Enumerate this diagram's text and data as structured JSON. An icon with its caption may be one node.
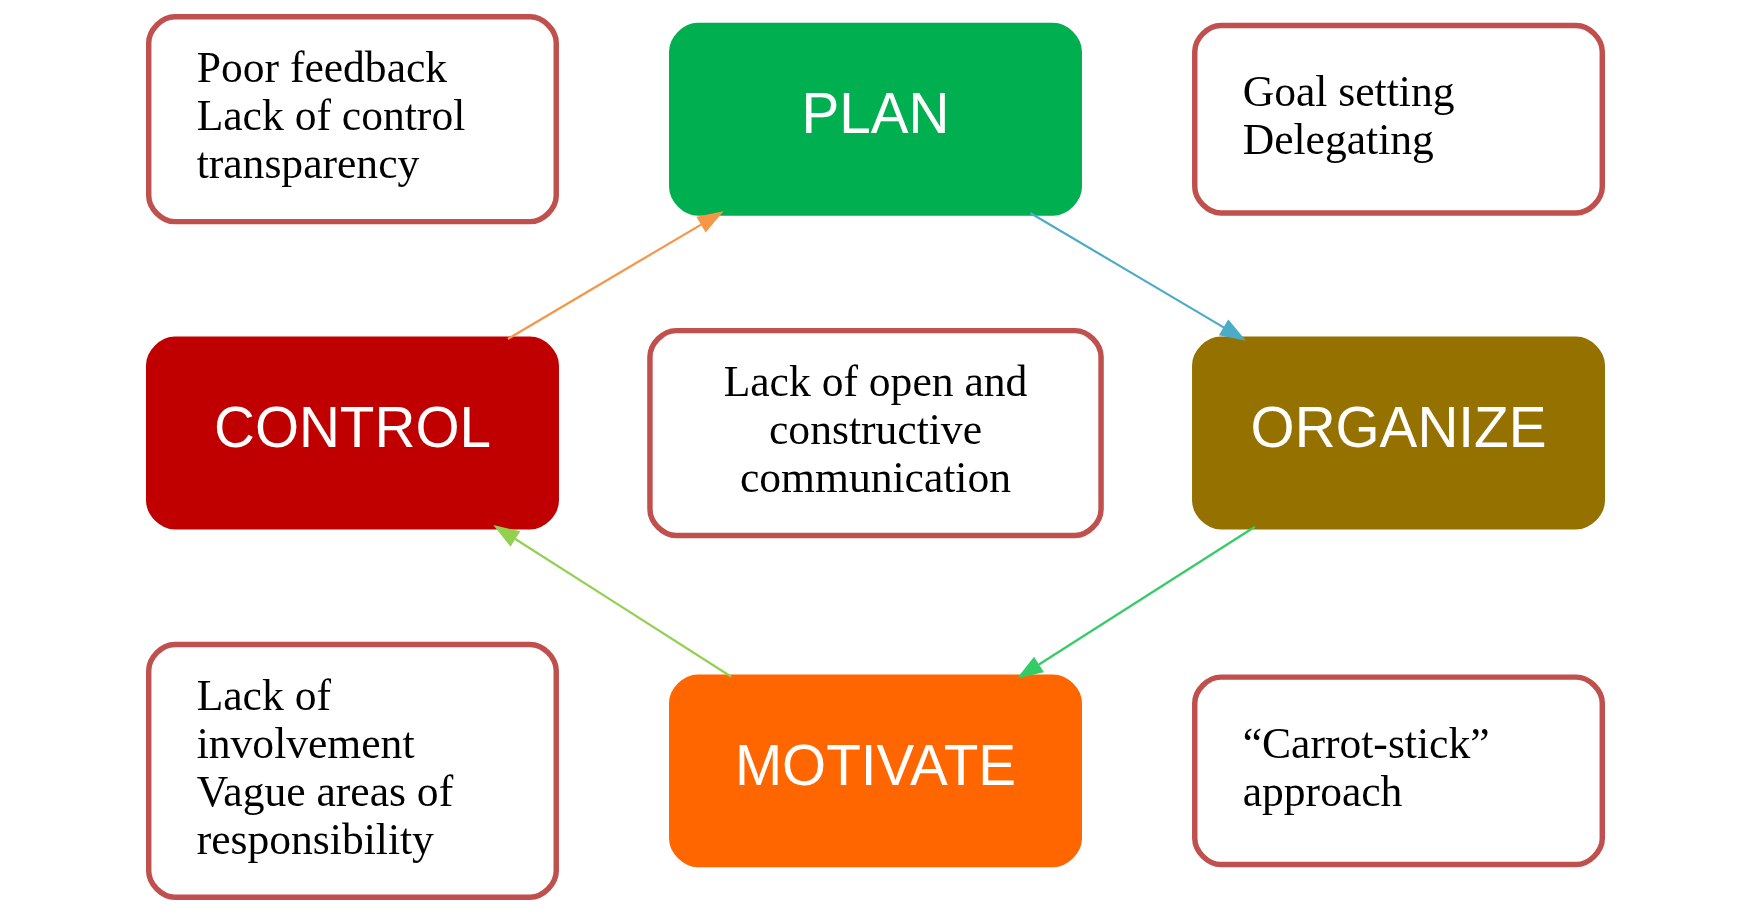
{
  "diagram": {
    "nodes": [
      {
        "text": [
          "PLAN"
        ]
      },
      {
        "text": [
          "ORGANIZE"
        ]
      },
      {
        "text": [
          "MOTIVATE"
        ]
      },
      {
        "text": [
          "CONTROL"
        ]
      },
      {
        "text": [
          "Lack of open and constructive communication"
        ]
      },
      {
        "text": [
          "Poor feedback",
          "Lack of control transparency"
        ]
      },
      {
        "text": [
          "Goal setting",
          "Delegating"
        ]
      },
      {
        "text": [
          "“Carrot-stick” approach"
        ]
      },
      {
        "text": [
          "Lack of involvement",
          "Vague areas of responsibility"
        ]
      }
    ],
    "edges": [
      {
        "from": 0,
        "to": 1,
        "arrow": "to",
        "color": "#4bacc6"
      },
      {
        "from": 1,
        "to": 2,
        "arrow": "to",
        "color": "#33cc66"
      },
      {
        "from": 2,
        "to": 3,
        "arrow": "to",
        "color": "#92d050"
      },
      {
        "from": 3,
        "to": 0,
        "arrow": "to",
        "color": "#f79646"
      }
    ]
  }
}
